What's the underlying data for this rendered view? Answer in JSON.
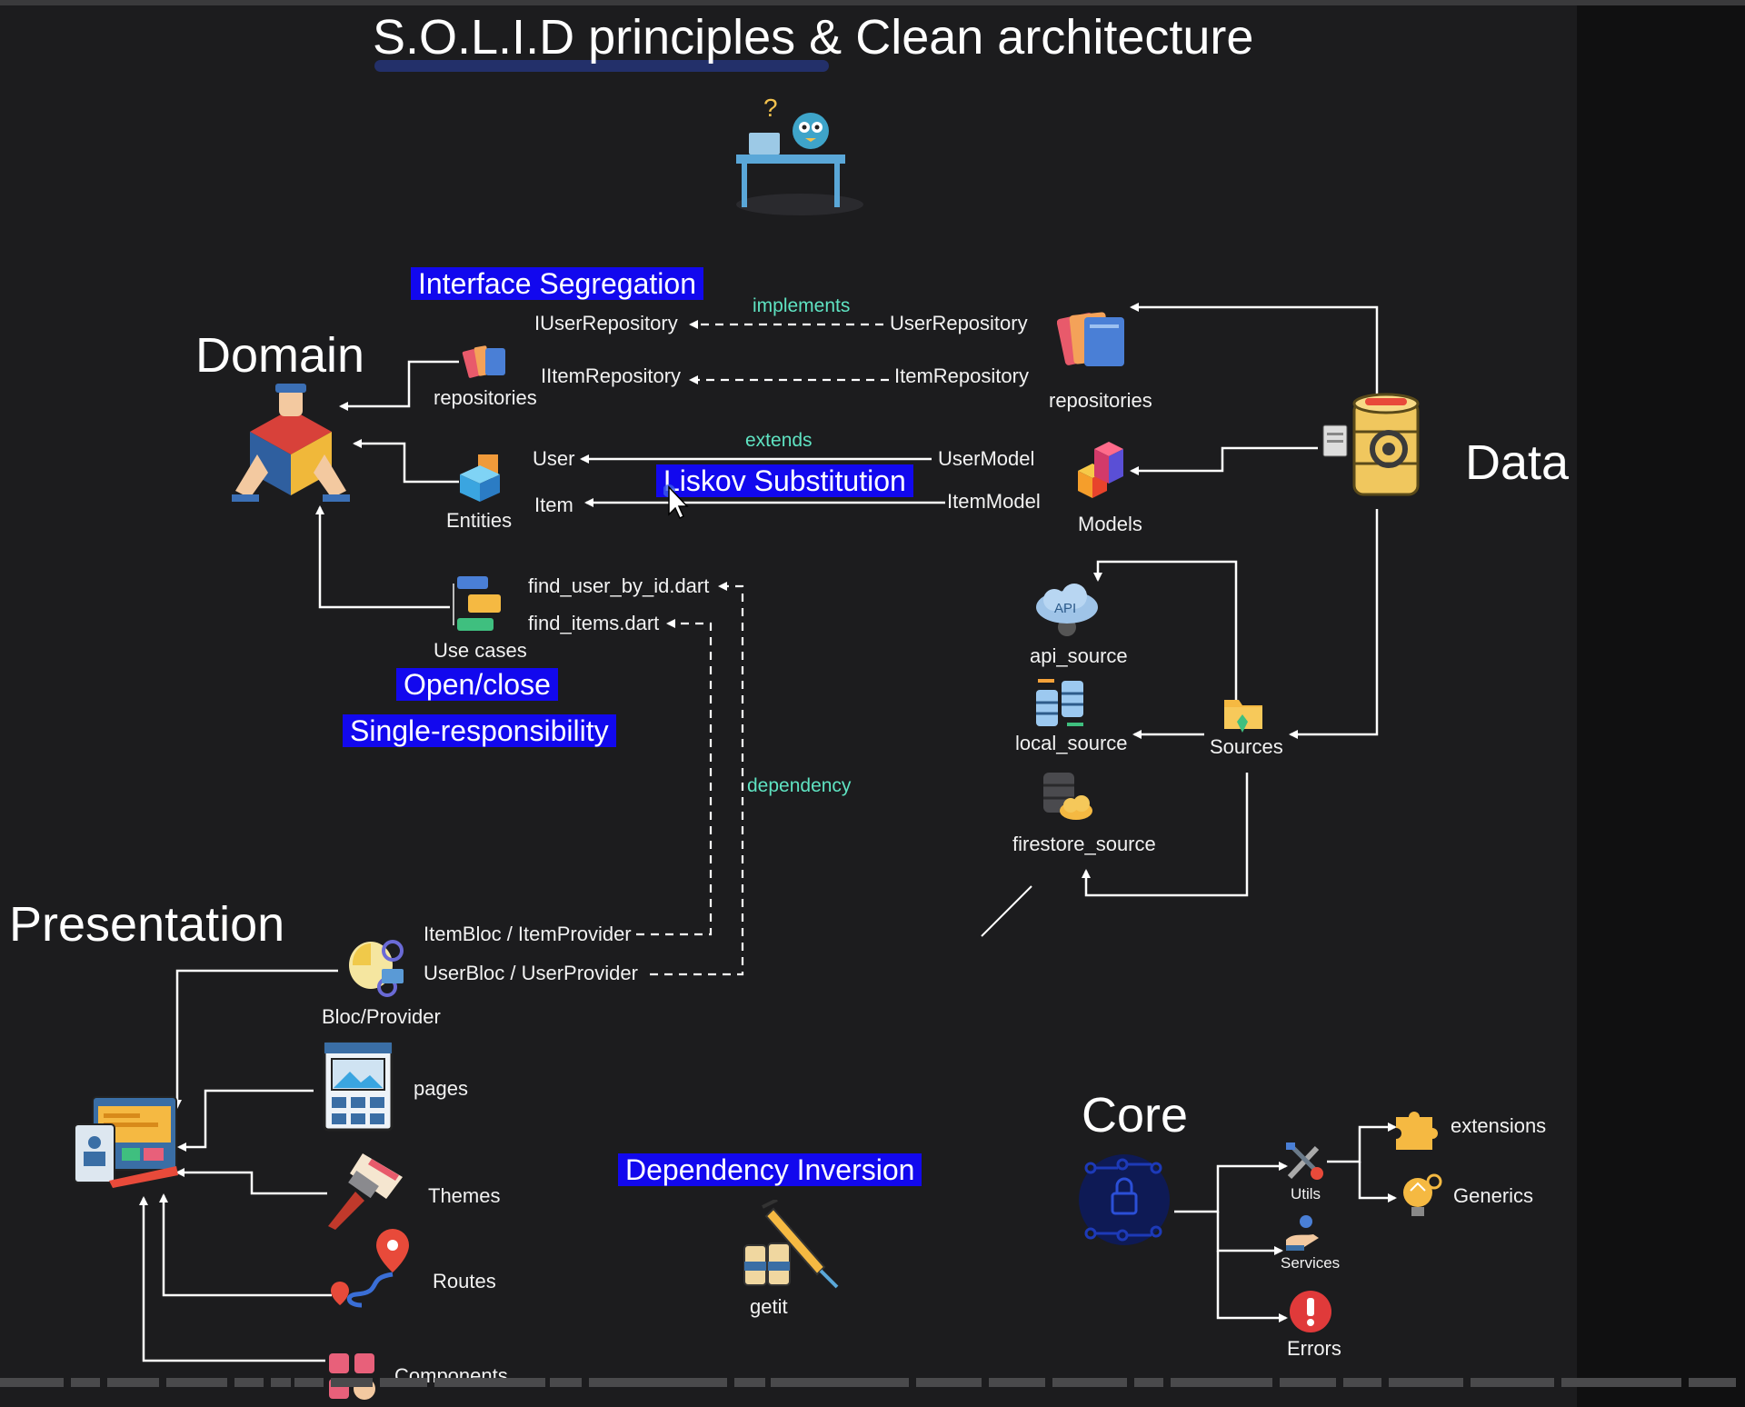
{
  "title": "S.O.L.I.D principles & Clean architecture",
  "sections": {
    "domain": "Domain",
    "data": "Data",
    "presentation": "Presentation",
    "core": "Core"
  },
  "principles": {
    "interface_segregation": "Interface Segregation",
    "liskov": "Liskov Substitution",
    "open_close": "Open/close",
    "single_responsibility": "Single-responsibility",
    "dependency_inversion": "Dependency Inversion"
  },
  "relations": {
    "implements": "implements",
    "extends": "extends",
    "dependency": "dependency"
  },
  "domain": {
    "repositories": "repositories",
    "entities": "Entities",
    "use_cases": "Use cases",
    "iuser_repository": "IUserRepository",
    "iitem_repository": "IItemRepository",
    "user": "User",
    "item": "Item",
    "find_user": "find_user_by_id.dart",
    "find_items": "find_items.dart"
  },
  "data": {
    "user_repository": "UserRepository",
    "item_repository": "ItemRepository",
    "repositories": "repositories",
    "user_model": "UserModel",
    "item_model": "ItemModel",
    "models": "Models",
    "api_source": "api_source",
    "api_badge": "API",
    "local_source": "local_source",
    "firestore_source": "firestore_source",
    "sources": "Sources"
  },
  "presentation": {
    "item_bloc": "ItemBloc / ItemProvider",
    "user_bloc": "UserBloc / UserProvider",
    "bloc_provider": "Bloc/Provider",
    "pages": "pages",
    "themes": "Themes",
    "routes": "Routes",
    "components": "Components",
    "getit": "getit"
  },
  "core": {
    "utils": "Utils",
    "services": "Services",
    "errors": "Errors",
    "extensions": "extensions",
    "generics": "Generics"
  },
  "colors": {
    "highlight": "#1208ee",
    "relation": "#5fe3c2",
    "background": "#1c1c1e",
    "wire": "#ffffff"
  },
  "icons": {
    "title": "developer-desk-icon",
    "domain": "domain-hands-cube-icon",
    "data": "database-gear-icon",
    "core": "circuit-lock-icon"
  }
}
